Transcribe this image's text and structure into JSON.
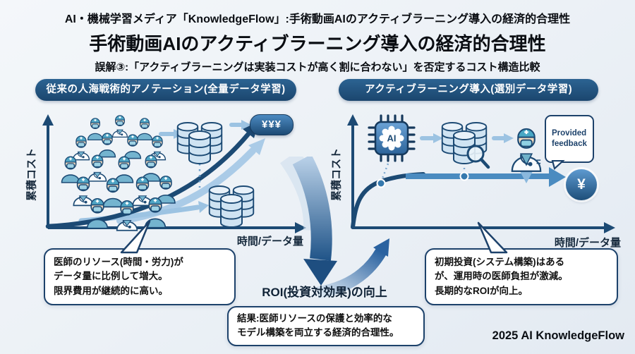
{
  "header": {
    "kicker": "AI・機械学習メディア「KnowledgeFlow」:手術動画AIのアクティブラーニング導入の経済的合理性",
    "title": "手術動画AIのアクティブラーニング導入の経済的合理性",
    "subtitle": "誤解③:「アクティブラーニングは実装コストが高く割に合わない」を否定するコスト構造比較"
  },
  "left_panel": {
    "label": "従来の人海戦術的アノテーション(全量データ学習)",
    "y_axis": "累積コスト",
    "x_axis": "時間/データ量",
    "cost_badge": "¥¥¥",
    "callout": [
      "医師のリソース(時間・労力)が",
      "データ量に比例して増大。",
      "限界費用が継続的に高い。"
    ],
    "icons": [
      "surgeon-crowd-icon",
      "database-stack-icon",
      "yen-cost-high-badge",
      "rising-cost-curve"
    ]
  },
  "right_panel": {
    "label": "アクティブラーニング導入(選別データ学習)",
    "y_axis": "累積コスト",
    "x_axis": "時間/データ量",
    "cost_badge": "¥",
    "chip_label": "AI",
    "feedback_bubble": [
      "Provided",
      "feedback"
    ],
    "callout": [
      "初期投資(システム構築)はある",
      "が、運用時の医師負担が激減。",
      "長期的なROIが向上。"
    ],
    "icons": [
      "ai-chip-icon",
      "database-with-magnifier-icon",
      "doctor-icon",
      "yen-cost-low-badge",
      "saturating-cost-curve"
    ]
  },
  "center": {
    "roi_label": "ROI(投資対効果)の向上",
    "result": [
      "結果:医師リソースの保護と効率的な",
      "モデル構築を両立する経済的合理性。"
    ]
  },
  "footer": {
    "credit": "2025 AI KnowledgeFlow"
  },
  "colors": {
    "navy": "#1c4a74",
    "mid_blue": "#3d7ab5",
    "light_blue": "#9cc3e2",
    "teal": "#5fb0ca",
    "skin": "#f6ddc0",
    "background": "#edf1f6",
    "box_border": "#1d426b"
  }
}
